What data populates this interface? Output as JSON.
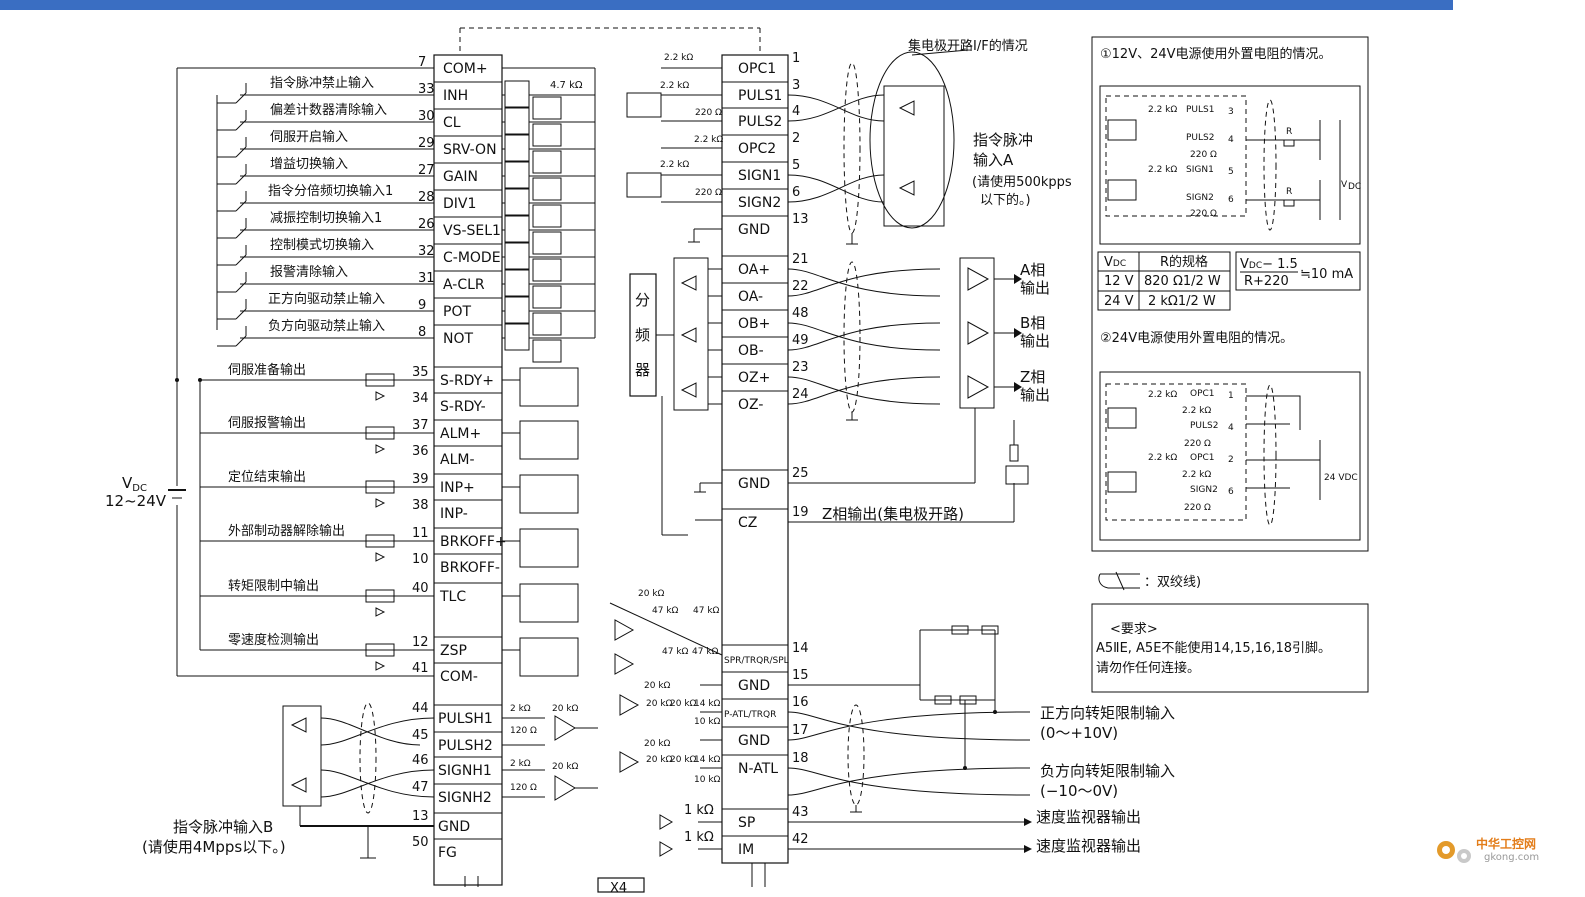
{
  "top_labels": {
    "open_collector_if": "集电极开路I/F的情况",
    "cmd_pulse_a": [
      "指令脉冲",
      "输入A",
      "(请使用500kpps",
      "以下的。)"
    ],
    "cmd_pulse_b": [
      "指令脉冲输入B",
      "(请使用4Mpps以下。)"
    ],
    "vdc": [
      "V",
      "DC",
      "12~24V"
    ],
    "divider": [
      "分",
      "频",
      "器"
    ],
    "phase_a": [
      "A相",
      "输出"
    ],
    "phase_b": [
      "B相",
      "输出"
    ],
    "phase_z": [
      "Z相",
      "输出"
    ],
    "z_open_collector": "Z相输出(集电极开路)",
    "pos_torque": [
      "正方向转矩限制输入",
      "(0～+10V)"
    ],
    "neg_torque": [
      "负方向转矩限制输入",
      "(−10～0V)"
    ],
    "speed_monitor": "速度监视器输出",
    "r_4k7": "4.7 kΩ",
    "r_1k": "1 kΩ",
    "connector": "X4"
  },
  "left_inputs": [
    {
      "label": "",
      "pin": "7",
      "sig": "COM+"
    },
    {
      "label": "指令脉冲禁止输入",
      "pin": "33",
      "sig": "INH"
    },
    {
      "label": "偏差计数器清除输入",
      "pin": "30",
      "sig": "CL"
    },
    {
      "label": "伺服开启输入",
      "pin": "29",
      "sig": "SRV-ON"
    },
    {
      "label": "增益切换输入",
      "pin": "27",
      "sig": "GAIN"
    },
    {
      "label": "指令分倍频切换输入1",
      "pin": "28",
      "sig": "DIV1"
    },
    {
      "label": "减振控制切换输入1",
      "pin": "26",
      "sig": "VS-SEL1"
    },
    {
      "label": "控制模式切换输入",
      "pin": "32",
      "sig": "C-MODE"
    },
    {
      "label": "报警清除输入",
      "pin": "31",
      "sig": "A-CLR"
    },
    {
      "label": "正方向驱动禁止输入",
      "pin": "9",
      "sig": "POT"
    },
    {
      "label": "负方向驱动禁止输入",
      "pin": "8",
      "sig": "NOT"
    }
  ],
  "left_outputs": [
    {
      "label": "伺服准备输出",
      "pins": [
        "35",
        "34"
      ],
      "sigs": [
        "S-RDY+",
        "S-RDY-"
      ]
    },
    {
      "label": "伺服报警输出",
      "pins": [
        "37",
        "36"
      ],
      "sigs": [
        "ALM+",
        "ALM-"
      ]
    },
    {
      "label": "定位结束输出",
      "pins": [
        "39",
        "38"
      ],
      "sigs": [
        "INP+",
        "INP-"
      ]
    },
    {
      "label": "外部制动器解除输出",
      "pins": [
        "11",
        "10"
      ],
      "sigs": [
        "BRKOFF+",
        "BRKOFF-"
      ]
    },
    {
      "label": "转矩限制中输出",
      "pins": [
        "40"
      ],
      "sigs": [
        "TLC"
      ]
    },
    {
      "label": "零速度检测输出",
      "pins": [
        "12",
        "41"
      ],
      "sigs": [
        "ZSP",
        "COM-"
      ]
    }
  ],
  "left_bottom": [
    {
      "pin": "44",
      "sig": "PULSH1"
    },
    {
      "pin": "45",
      "sig": "PULSH2"
    },
    {
      "pin": "46",
      "sig": "SIGNH1"
    },
    {
      "pin": "47",
      "sig": "SIGNH2"
    },
    {
      "pin": "13",
      "sig": "GND"
    },
    {
      "pin": "50",
      "sig": "FG"
    }
  ],
  "right_column": [
    {
      "pin": "1",
      "sig": "OPC1"
    },
    {
      "pin": "3",
      "sig": "PULS1"
    },
    {
      "pin": "4",
      "sig": "PULS2"
    },
    {
      "pin": "2",
      "sig": "OPC2"
    },
    {
      "pin": "5",
      "sig": "SIGN1"
    },
    {
      "pin": "6",
      "sig": "SIGN2"
    },
    {
      "pin": "13",
      "sig": "GND"
    },
    {
      "pin": "21",
      "sig": "OA+"
    },
    {
      "pin": "22",
      "sig": "OA-"
    },
    {
      "pin": "48",
      "sig": "OB+"
    },
    {
      "pin": "49",
      "sig": "OB-"
    },
    {
      "pin": "23",
      "sig": "OZ+"
    },
    {
      "pin": "24",
      "sig": "OZ-"
    },
    {
      "pin": "25",
      "sig": "GND"
    },
    {
      "pin": "19",
      "sig": "CZ"
    },
    {
      "pin": "14",
      "sig": "SPR/TRQR/SPL"
    },
    {
      "pin": "15",
      "sig": "GND"
    },
    {
      "pin": "16",
      "sig": "P-ATL/TRQR"
    },
    {
      "pin": "17",
      "sig": "GND"
    },
    {
      "pin": "18",
      "sig": "N-ATL"
    },
    {
      "pin": "43",
      "sig": "SP"
    },
    {
      "pin": "42",
      "sig": "IM"
    }
  ],
  "component_values": {
    "r22k": "2.2 kΩ",
    "r220": "220 Ω",
    "r20k": "20 kΩ",
    "r47k": "47 kΩ",
    "r14k": "14 kΩ",
    "r10k": "10 kΩ",
    "r2k": "2 kΩ",
    "r120": "120 Ω"
  },
  "side_panel": {
    "case1_title": "①12V、24V电源使用外置电阻的情况。",
    "case2_title": "②24V电源使用外置电阻的情况。",
    "table_head": [
      "V",
      "DC",
      "R的规格"
    ],
    "table_rows": [
      [
        "12 V",
        "820 Ω1/2 W"
      ],
      [
        "24 V",
        "2 kΩ1/2 W"
      ]
    ],
    "formula": [
      "V",
      "DC",
      "− 1.5",
      "R+220",
      "≒10 mA"
    ],
    "box_vdc": [
      "V",
      "DC"
    ],
    "box_24vdc": [
      "24 V",
      "DC"
    ],
    "r_label": "R",
    "twisted_pair": "：双绞线)",
    "req_title": "<要求>",
    "req_text": [
      "A5ⅡE, A5E不能使用14,15,16,18引脚。",
      "请勿作任何连接。"
    ],
    "case1_sigs": [
      "PULS1",
      "PULS2",
      "SIGN1",
      "SIGN2"
    ],
    "case1_pins": [
      "3",
      "4",
      "5",
      "6"
    ],
    "case2_sigs": [
      "OPC1",
      "PULS2",
      "OPC1",
      "SIGN2"
    ],
    "case2_pins": [
      "1",
      "4",
      "2",
      "6"
    ]
  },
  "watermark": {
    "brand": "中华工控网",
    "url": "gkong.com"
  }
}
